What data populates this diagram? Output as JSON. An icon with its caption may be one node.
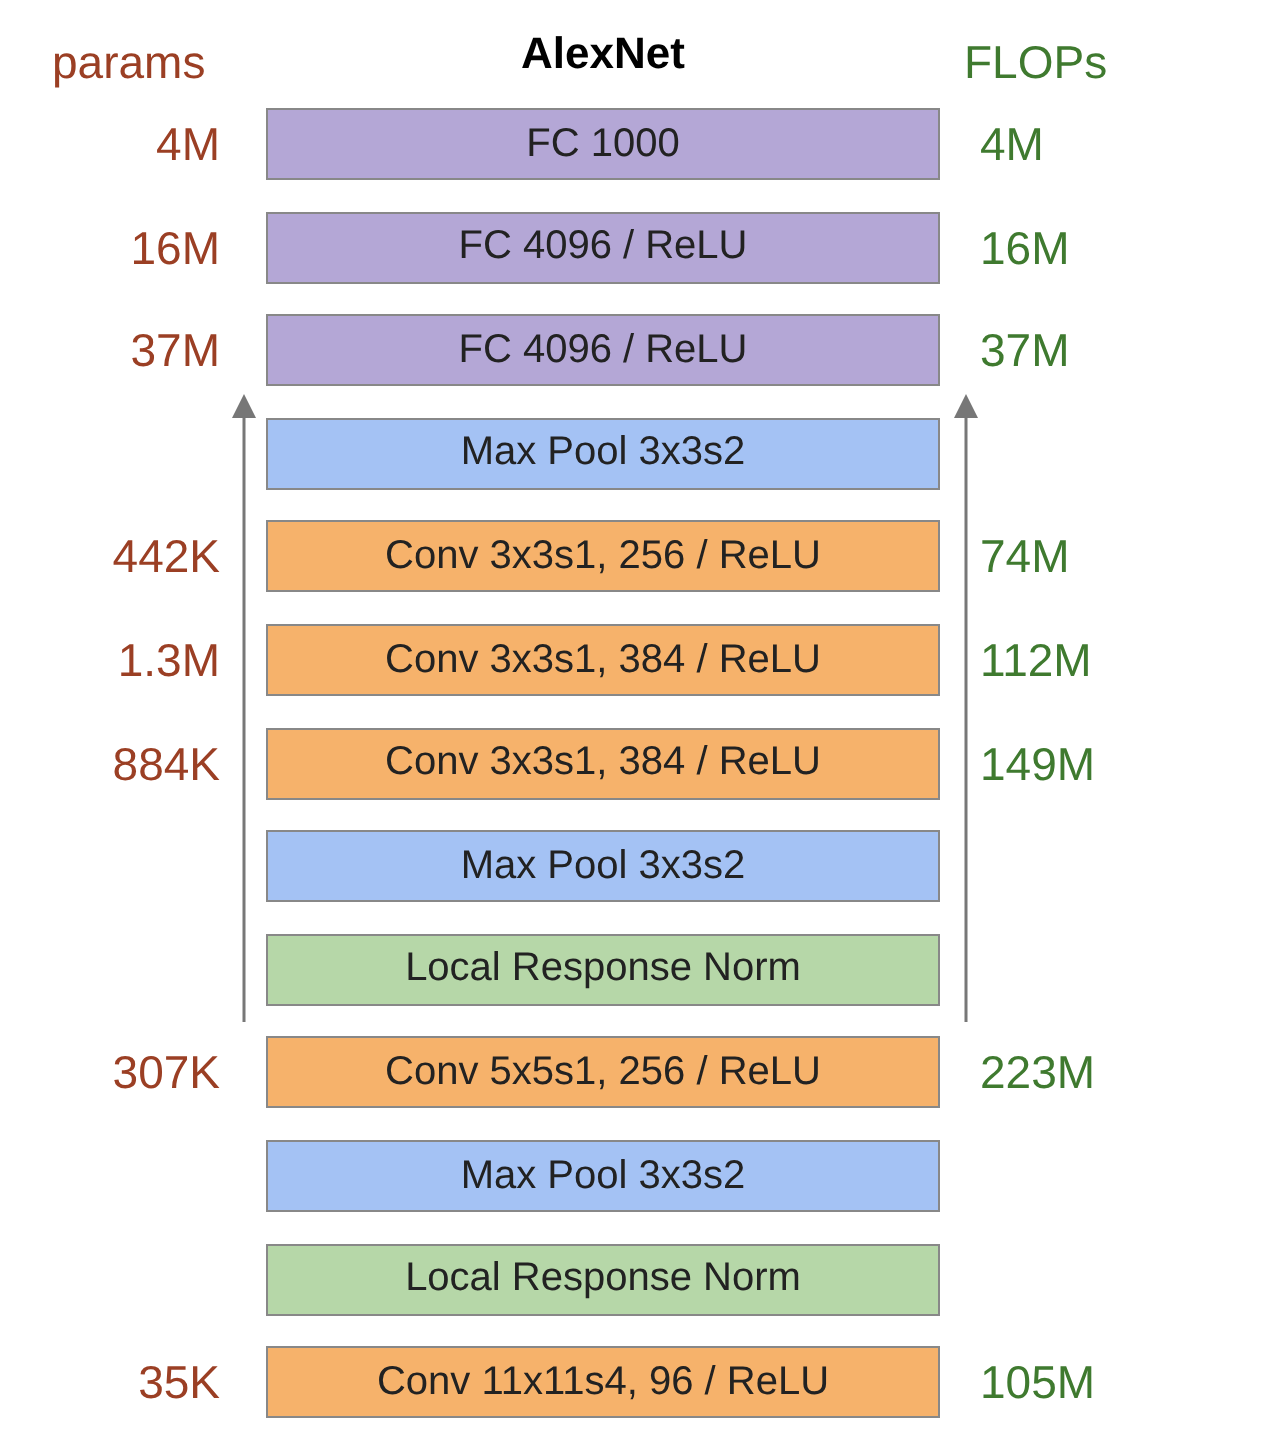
{
  "diagram": {
    "title": "AlexNet",
    "nodes": [
      {
        "text": [
          "FC 1000"
        ],
        "beside": [
          "4M",
          "4M"
        ]
      },
      {
        "text": [
          "FC 4096 / ReLU"
        ],
        "beside": [
          "16M",
          "16M"
        ]
      },
      {
        "text": [
          "FC 4096 / ReLU"
        ],
        "beside": [
          "37M",
          "37M"
        ]
      },
      {
        "text": [
          "Max Pool 3x3s2"
        ]
      },
      {
        "text": [
          "Conv 3x3s1, 256 / ReLU"
        ],
        "beside": [
          "442K",
          "74M"
        ]
      },
      {
        "text": [
          "Conv 3x3s1, 384 / ReLU"
        ],
        "beside": [
          "1.3M",
          "112M"
        ]
      },
      {
        "text": [
          "Conv 3x3s1, 384 / ReLU"
        ],
        "beside": [
          "884K",
          "149M"
        ]
      },
      {
        "text": [
          "Max Pool 3x3s2"
        ]
      },
      {
        "text": [
          "Local Response Norm"
        ]
      },
      {
        "text": [
          "Conv 5x5s1, 256 / ReLU"
        ],
        "beside": [
          "307K",
          "223M"
        ]
      },
      {
        "text": [
          "Max Pool 3x3s2"
        ]
      },
      {
        "text": [
          "Local Response Norm"
        ]
      },
      {
        "text": [
          "Conv 11x11s4, 96 / ReLU"
        ],
        "beside": [
          "35K",
          "105M"
        ]
      }
    ],
    "labels": [
      "params",
      "FLOPs"
    ]
  }
}
